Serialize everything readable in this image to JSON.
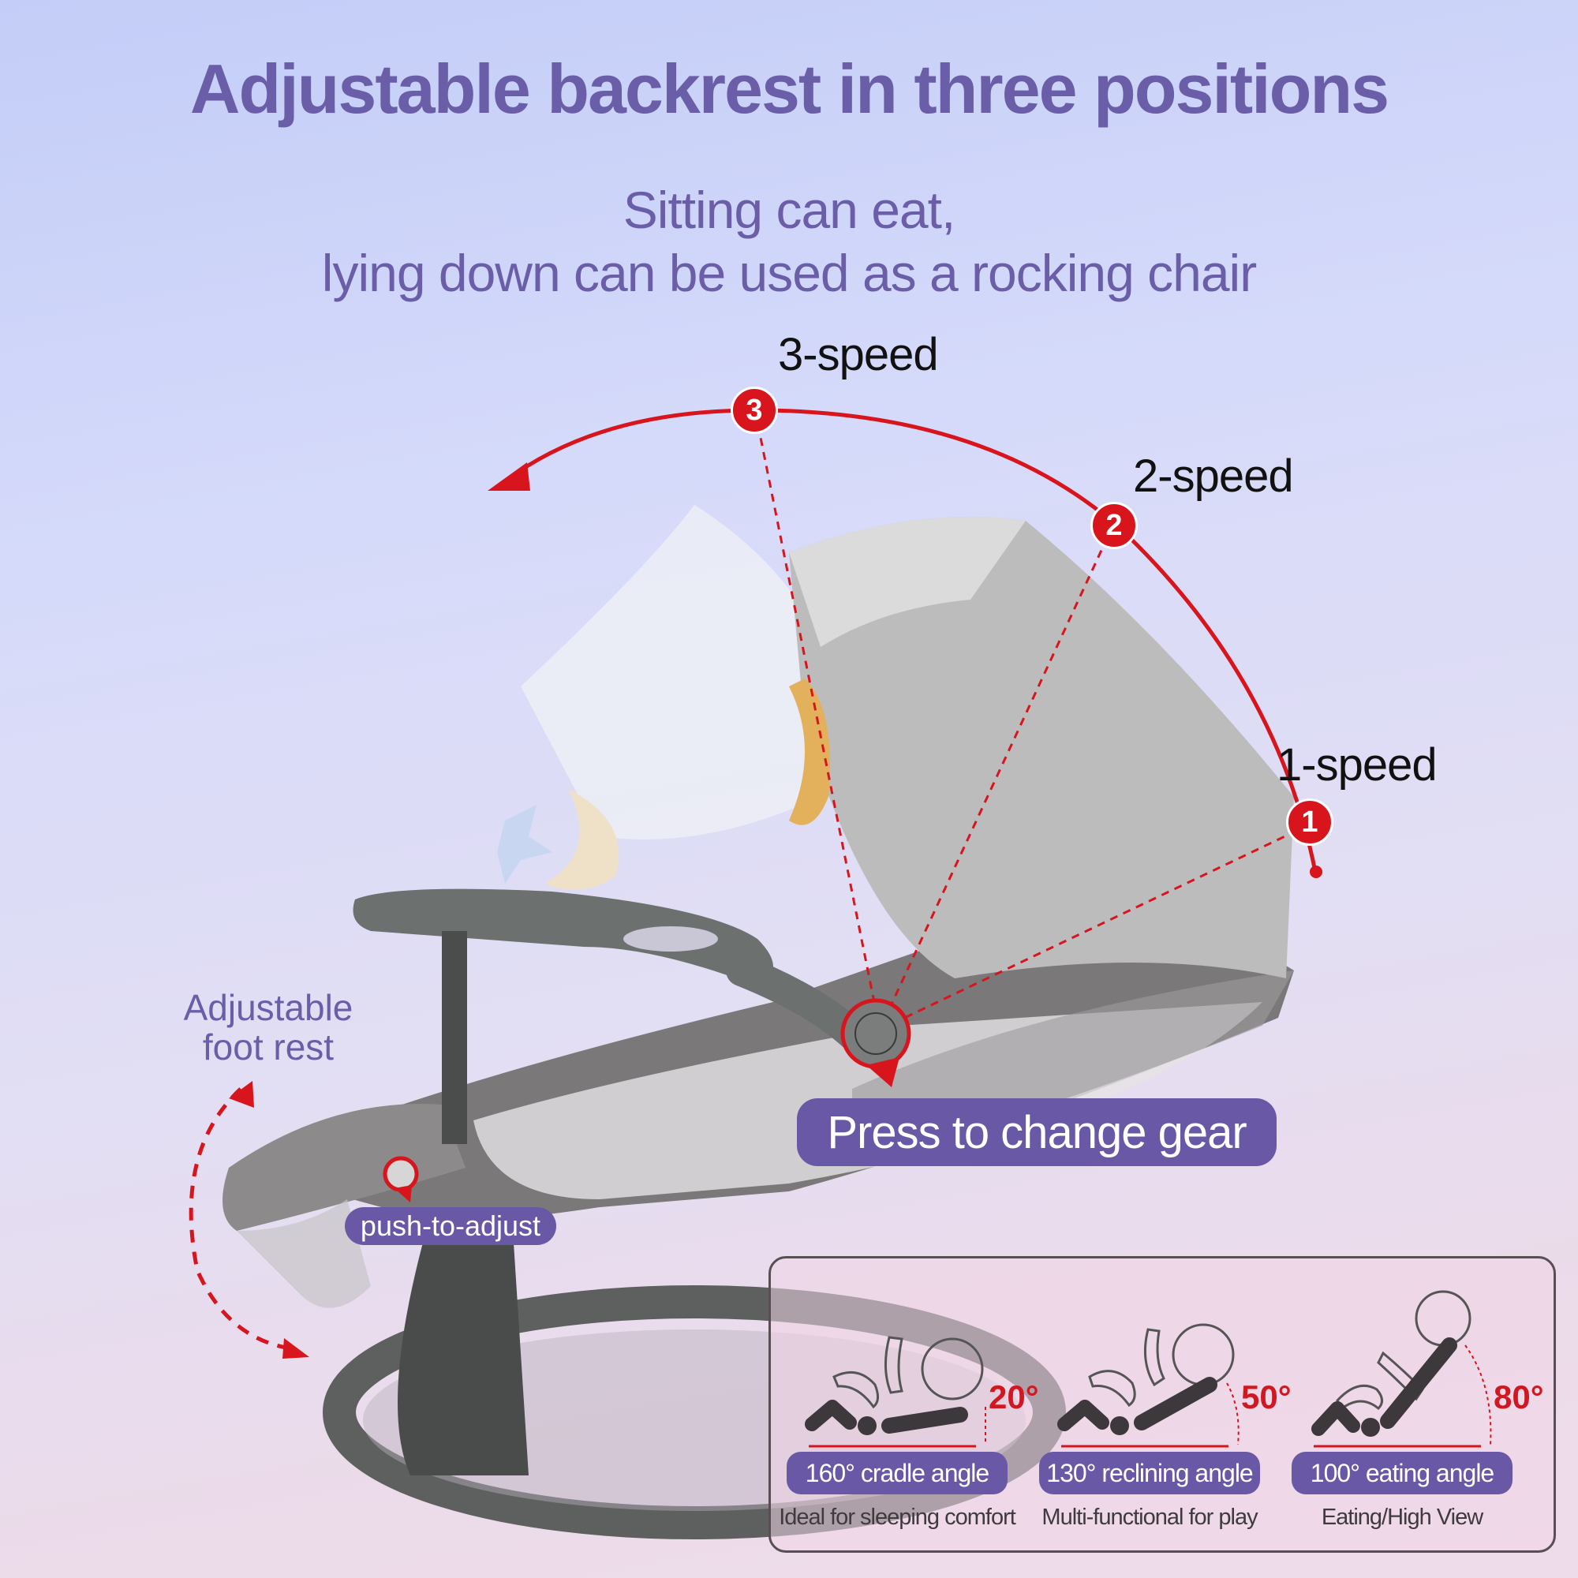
{
  "header": {
    "title": "Adjustable backrest in three positions",
    "subtitle_line1": "Sitting can eat,",
    "subtitle_line2": "lying down can be used as a rocking chair"
  },
  "speeds": [
    {
      "number": "3",
      "label": "3-speed"
    },
    {
      "number": "2",
      "label": "2-speed"
    },
    {
      "number": "1",
      "label": "1-speed"
    }
  ],
  "callouts": {
    "footrest_line1": "Adjustable",
    "footrest_line2": "foot rest",
    "push_to_adjust": "push-to-adjust",
    "press_to_change": "Press to change gear"
  },
  "modes": [
    {
      "angle_delta": "20°",
      "badge": "160° cradle angle",
      "description": "Ideal for sleeping comfort"
    },
    {
      "angle_delta": "50°",
      "badge": "130° reclining angle",
      "description": "Multi-functional for play"
    },
    {
      "angle_delta": "80°",
      "badge": "100° eating angle",
      "description": "Eating/High View"
    }
  ],
  "colors": {
    "accent_purple": "#6958a6",
    "title_purple": "#6b5ea8",
    "marker_red": "#d8141c",
    "product_gray": "#6b6b6b",
    "frame_dark": "#4a4c4b"
  }
}
